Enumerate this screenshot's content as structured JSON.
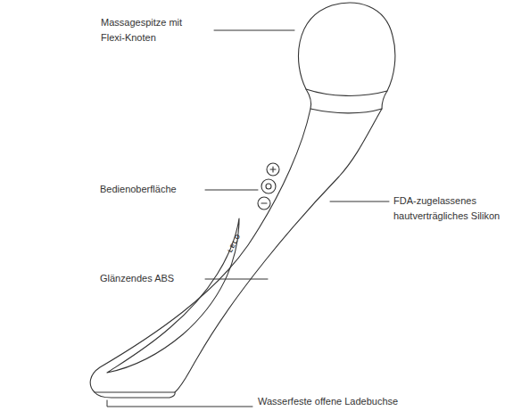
{
  "diagram": {
    "labels": [
      "Massagespitze mit Flexi-Knoten",
      "FDA-zugelassenes hautverträgliches Silikon",
      "Bedienoberfläche",
      "Glänzendes ABS",
      "LELO",
      "Wasserfeste offene Ladebuchse"
    ]
  }
}
